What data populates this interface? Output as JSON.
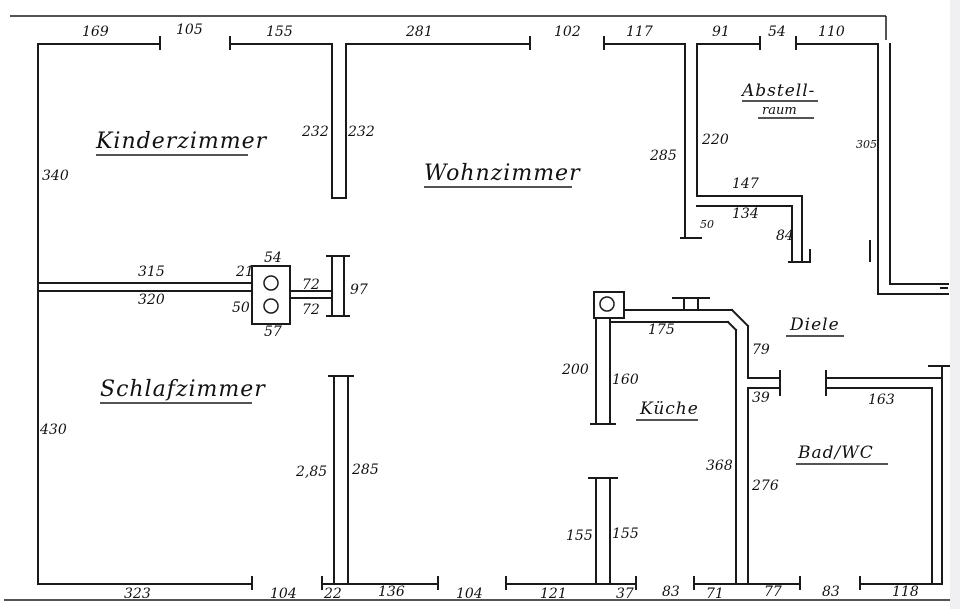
{
  "rooms": {
    "kinderzimmer": "Kinderzimmer",
    "wohnzimmer": "Wohnzimmer",
    "abstell_1": "Abstell-",
    "abstell_2": "raum",
    "schlafzimmer": "Schlafzimmer",
    "kueche": "Küche",
    "diele": "Diele",
    "bad": "Bad/WC"
  },
  "dimensions": {
    "top": [
      "169",
      "105",
      "155",
      "281",
      "102",
      "117",
      "91",
      "54",
      "110"
    ],
    "bottom": [
      "323",
      "104",
      "22",
      "136",
      "104",
      "121",
      "37",
      "83",
      "71",
      "77",
      "83",
      "118"
    ],
    "left_340": "340",
    "left_430": "430",
    "wall_232_a": "232",
    "wall_232_b": "232",
    "d_315": "315",
    "d_320": "320",
    "d_21": "21",
    "d_54_top": "54",
    "d_50": "50",
    "d_57": "57",
    "d_72_a": "72",
    "d_72_b": "72",
    "d_97": "97",
    "d_2_85": "2,85",
    "d_285_b": "285",
    "d_285_c": "285",
    "d_220": "220",
    "d_147": "147",
    "d_134": "134",
    "d_50_b": "50",
    "d_84": "84",
    "d_305": "305",
    "d_175": "175",
    "d_79": "79",
    "d_39": "39",
    "d_163": "163",
    "d_200": "200",
    "d_160": "160",
    "d_368": "368",
    "d_276": "276",
    "d_155_a": "155",
    "d_155_b": "155"
  }
}
